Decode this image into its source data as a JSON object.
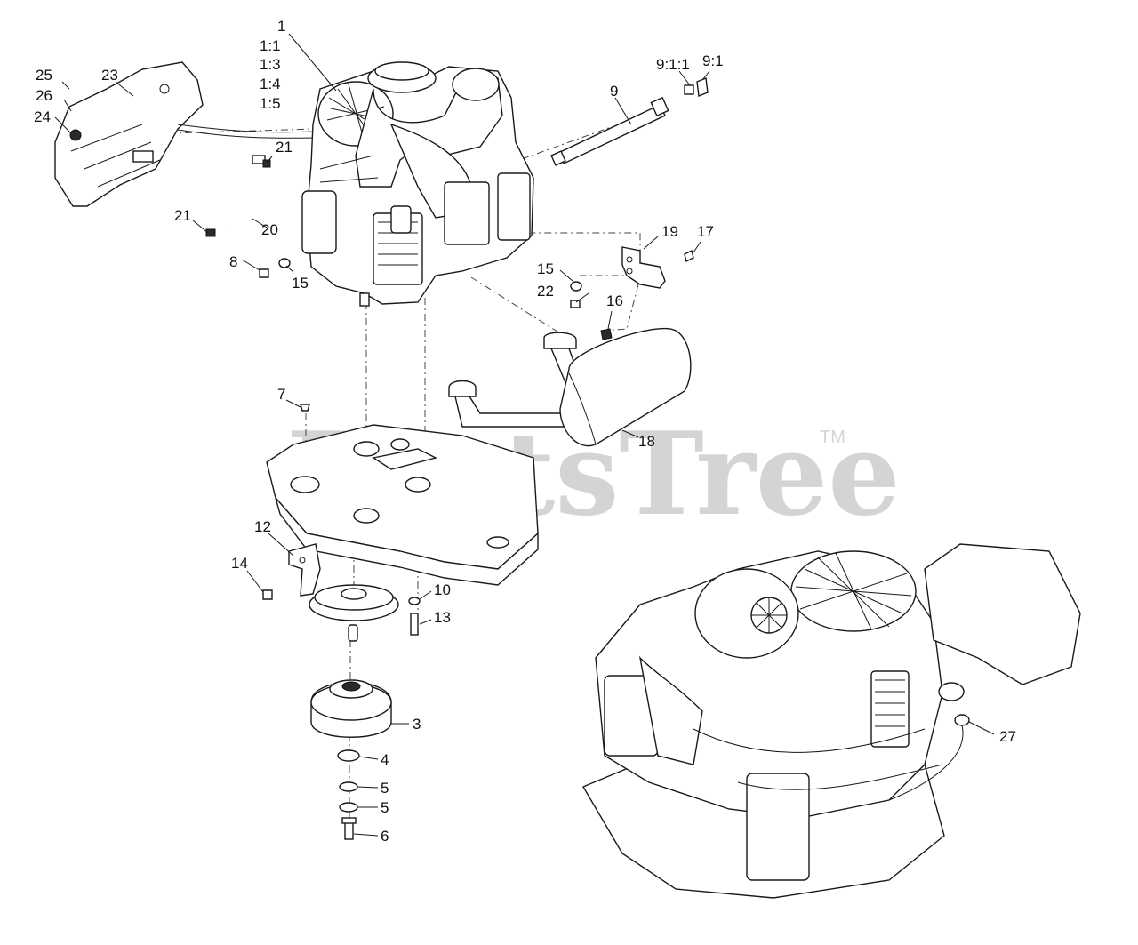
{
  "watermark": {
    "text": "PartsTree",
    "tm": "TM"
  },
  "callouts": {
    "c1": "1",
    "c1_1": "1:1",
    "c1_3": "1:3",
    "c1_4": "1:4",
    "c1_5": "1:5",
    "c3": "3",
    "c4": "4",
    "c5a": "5",
    "c5b": "5",
    "c6": "6",
    "c7": "7",
    "c8": "8",
    "c9": "9",
    "c9_1_1": "9:1:1",
    "c9_1": "9:1",
    "c10": "10",
    "c12": "12",
    "c13": "13",
    "c14": "14",
    "c15a": "15",
    "c15b": "15",
    "c16": "16",
    "c17": "17",
    "c18": "18",
    "c19": "19",
    "c20": "20",
    "c21a": "21",
    "c21b": "21",
    "c22": "22",
    "c23": "23",
    "c24": "24",
    "c25": "25",
    "c26": "26",
    "c27": "27"
  }
}
